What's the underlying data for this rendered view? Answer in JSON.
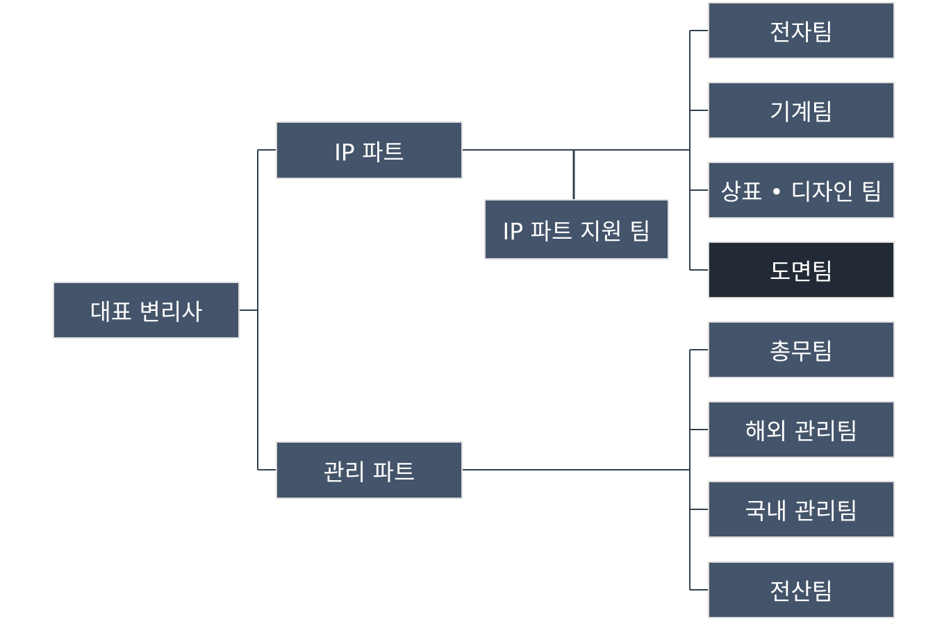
{
  "diagram": {
    "type": "org-chart",
    "colors": {
      "node_fill": "#44546a",
      "highlight_fill": "#222a35",
      "connector": "#333f50",
      "node_border": "#dcdcdc",
      "text": "#ffffff"
    },
    "root": {
      "label": "대표 변리사"
    },
    "parts": [
      {
        "label": "IP 파트",
        "support": {
          "label": "IP 파트 지원 팀"
        },
        "teams": [
          {
            "label": "전자팀",
            "highlighted": false
          },
          {
            "label": "기계팀",
            "highlighted": false
          },
          {
            "label": "상표 • 디자인 팀",
            "highlighted": false
          },
          {
            "label": "도면팀",
            "highlighted": true
          }
        ]
      },
      {
        "label": "관리 파트",
        "teams": [
          {
            "label": "총무팀",
            "highlighted": false
          },
          {
            "label": "해외 관리팀",
            "highlighted": false
          },
          {
            "label": "국내 관리팀",
            "highlighted": false
          },
          {
            "label": "전산팀",
            "highlighted": false
          }
        ]
      }
    ]
  }
}
